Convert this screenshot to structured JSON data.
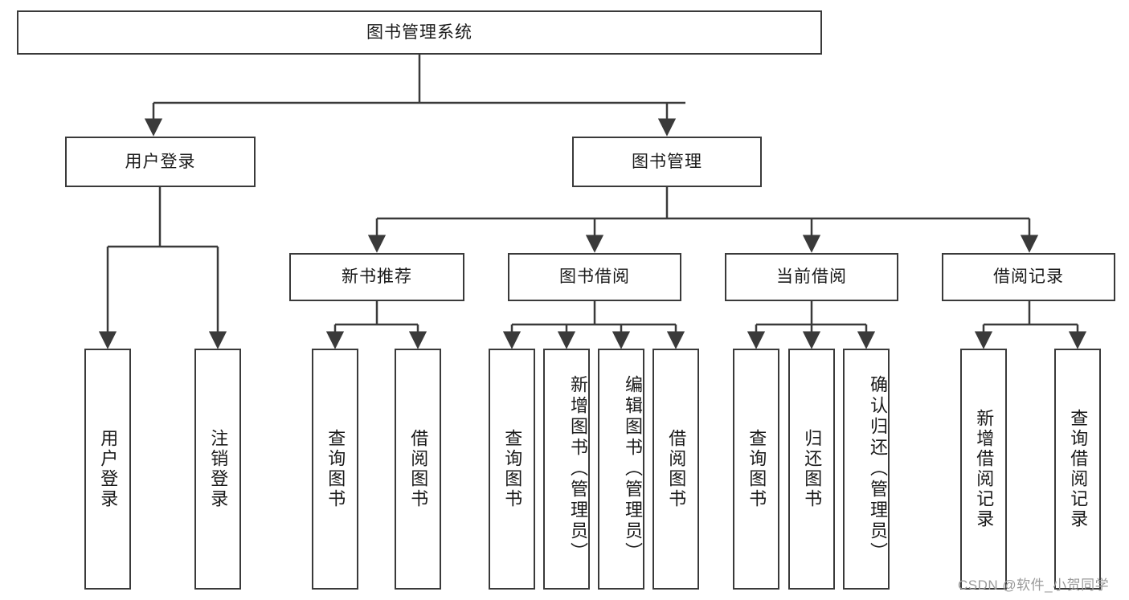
{
  "diagram": {
    "title": "图书管理系统",
    "type": "tree-hierarchy",
    "root": {
      "label": "图书管理系统"
    },
    "level2": [
      {
        "label": "用户登录"
      },
      {
        "label": "图书管理"
      }
    ],
    "level3": [
      {
        "label": "新书推荐"
      },
      {
        "label": "图书借阅"
      },
      {
        "label": "当前借阅"
      },
      {
        "label": "借阅记录"
      }
    ],
    "leaves": {
      "user_login": [
        {
          "label": "用户登录"
        },
        {
          "label": "注销登录"
        }
      ],
      "new_book_recommend": [
        {
          "label": "查询图书"
        },
        {
          "label": "借阅图书"
        }
      ],
      "book_borrow": [
        {
          "label": "查询图书"
        },
        {
          "label": "新增图书（管理员）"
        },
        {
          "label": "编辑图书（管理员）"
        },
        {
          "label": "借阅图书"
        }
      ],
      "current_borrow": [
        {
          "label": "查询图书"
        },
        {
          "label": "归还图书"
        },
        {
          "label": "确认归还（管理员）"
        }
      ],
      "borrow_record": [
        {
          "label": "新增借阅记录"
        },
        {
          "label": "查询借阅记录"
        }
      ]
    }
  },
  "watermark": {
    "text": "CSDN @软件_小贺同学"
  },
  "colors": {
    "border": "#3a3a3a",
    "text": "#1a1a1a",
    "background": "#ffffff",
    "watermark": "#9a9a9a"
  }
}
